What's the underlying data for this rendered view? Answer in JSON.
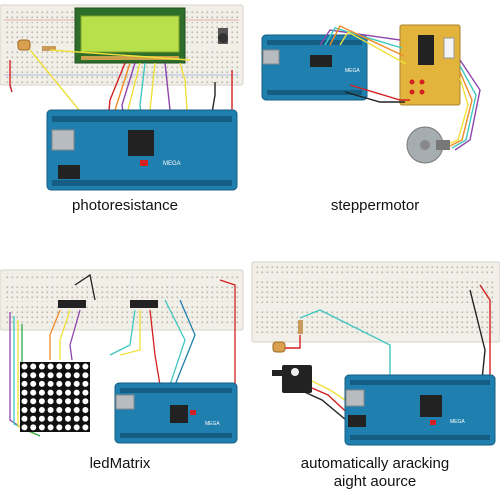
{
  "captions": {
    "photoresistance": "photoresistance",
    "steppermotor": "steppermotor",
    "ledmatrix": "ledMatrix",
    "tracking_line1": "automatically aracking",
    "tracking_line2": "aight aource"
  },
  "board": {
    "model_label": "MEGA"
  },
  "colors": {
    "board": "#1f7fae",
    "board_dark": "#155e83",
    "breadboard": "#f1efe8",
    "lcd_screen": "#b7e04a",
    "driver_pcb": "#e3b43c",
    "motor": "#a6adb1",
    "led_grid": "#101010",
    "led_dot": "#ffffff",
    "wire_red": "#d42020",
    "wire_yellow": "#f0e03a",
    "wire_cyan": "#3fc8c0",
    "wire_purple": "#8e44ad",
    "wire_orange": "#f08a24",
    "wire_green": "#2fa84a",
    "wire_black": "#222222"
  }
}
